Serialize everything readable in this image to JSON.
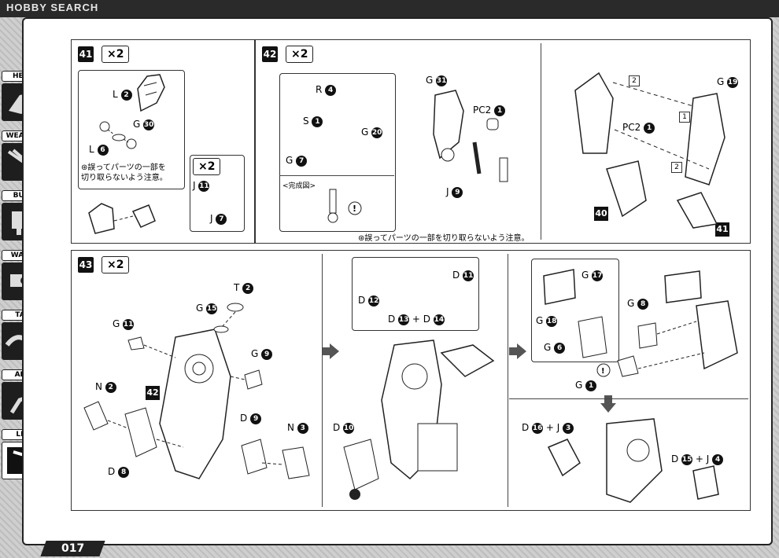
{
  "watermark": "HOBBY SEARCH",
  "sidebar": {
    "tabs": [
      {
        "label": "HEAD",
        "icon": "head-icon"
      },
      {
        "label": "WEAPON",
        "icon": "weapon-icon"
      },
      {
        "label": "BUST",
        "icon": "bust-icon"
      },
      {
        "label": "WAIST",
        "icon": "waist-icon"
      },
      {
        "label": "TAIL",
        "icon": "tail-icon"
      },
      {
        "label": "ARM",
        "icon": "arm-icon"
      },
      {
        "label": "LEG",
        "icon": "leg-icon",
        "active": true
      }
    ]
  },
  "page_number": "017",
  "steps": {
    "s41": {
      "number": "41",
      "multiplier": "×2",
      "labels": {
        "l2": "L",
        "l2n": "2",
        "g30": "G",
        "g30n": "30",
        "l6": "L",
        "l6n": "6"
      },
      "note_line1": "誤ってパーツの一部を",
      "note_line2": "切り取らないよう注意。",
      "sub_multiplier": "×2",
      "j11": "J",
      "j11n": "11",
      "j7": "J",
      "j7n": "7"
    },
    "s42": {
      "number": "42",
      "multiplier": "×2",
      "r4": "R",
      "r4n": "4",
      "s1": "S",
      "s1n": "1",
      "g20": "G",
      "g20n": "20",
      "g7": "G",
      "g7n": "7",
      "g31": "G",
      "g31n": "31",
      "pc2a": "PC2",
      "pc2an": "1",
      "j9": "J",
      "j9n": "9",
      "completed": "<完成図>",
      "note": "誤ってパーツの一部を切り取らないよう注意。",
      "g19": "G",
      "g19n": "19",
      "pc2b": "PC2",
      "pc2bn": "1",
      "ref40": "40",
      "ref41": "41",
      "step1": "1",
      "step2": "2"
    },
    "s43": {
      "number": "43",
      "multiplier": "×2",
      "t2": "T",
      "t2n": "2",
      "g15": "G",
      "g15n": "15",
      "g11": "G",
      "g11n": "11",
      "g9": "G",
      "g9n": "9",
      "n2": "N",
      "n2n": "2",
      "ref42": "42",
      "d9": "D",
      "d9n": "9",
      "n3": "N",
      "n3n": "3",
      "d8": "D",
      "d8n": "8",
      "d12": "D",
      "d12n": "12",
      "d11": "D",
      "d11n": "11",
      "d13": "D",
      "d13n": "13",
      "plus": "+",
      "d14": "D",
      "d14n": "14",
      "d10": "D",
      "d10n": "10",
      "g17": "G",
      "g17n": "17",
      "g18": "G",
      "g18n": "18",
      "g6": "G",
      "g6n": "6",
      "g8": "G",
      "g8n": "8",
      "g1": "G",
      "g1n": "1",
      "d16": "D",
      "d16n": "16",
      "j3": "J",
      "j3n": "3",
      "d15": "D",
      "d15n": "15",
      "j4": "J",
      "j4n": "4"
    }
  }
}
